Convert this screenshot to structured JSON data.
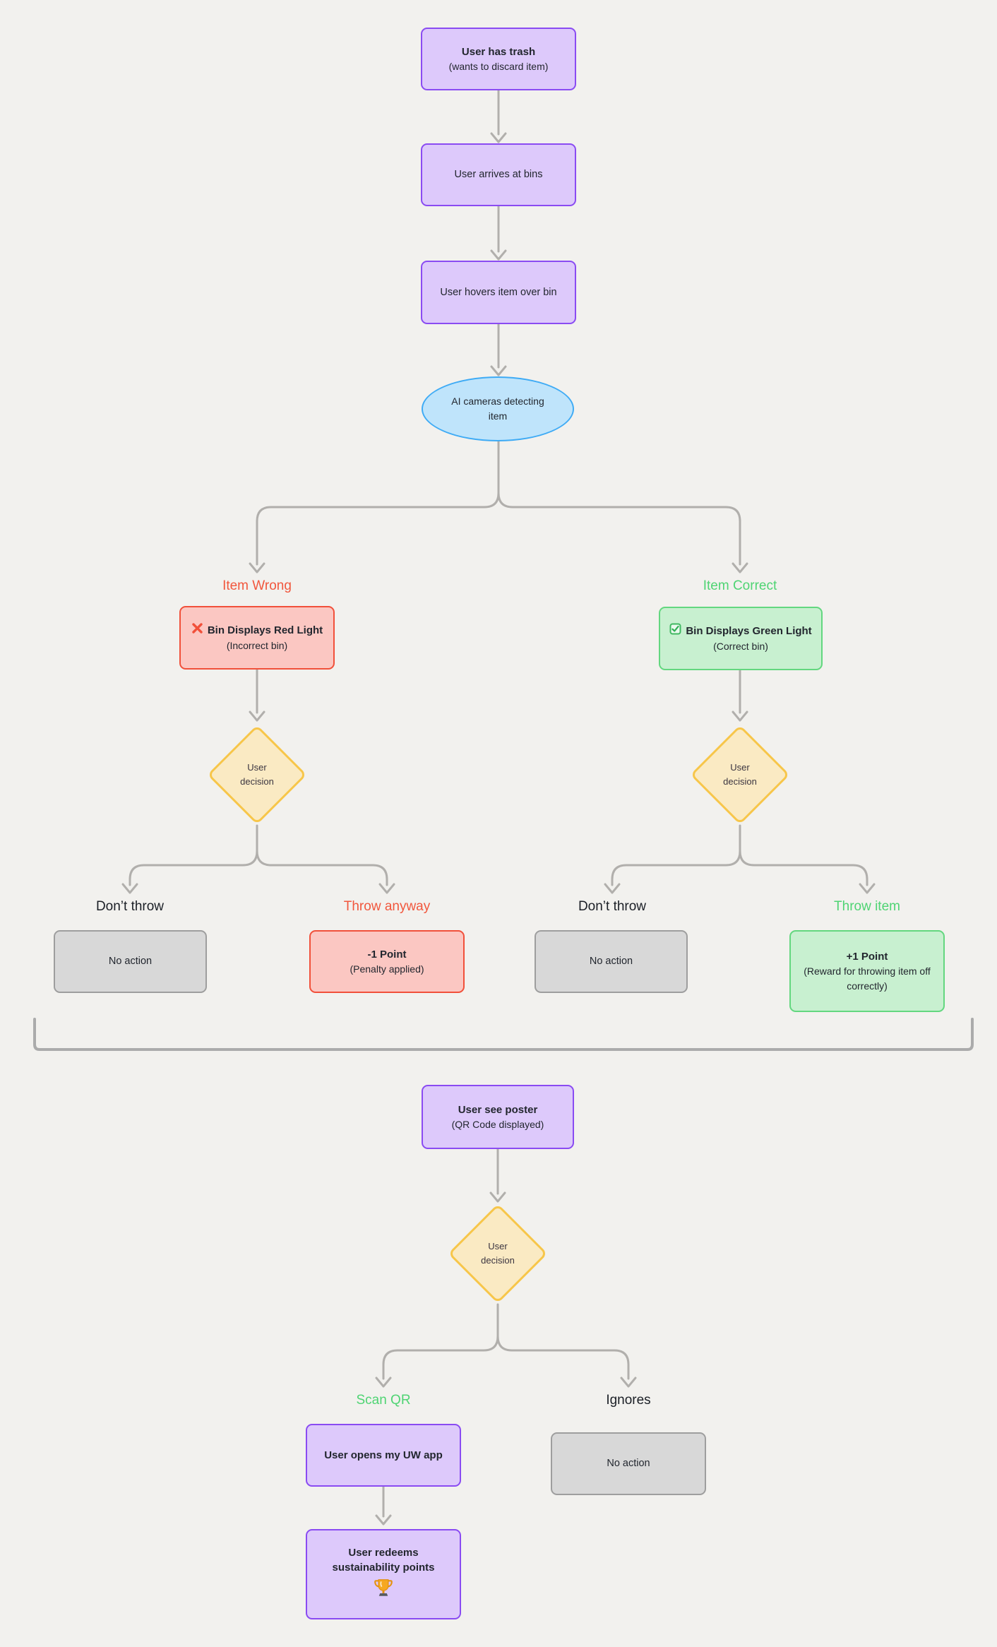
{
  "diagram": {
    "start": {
      "title": "User has trash",
      "subtitle": "(wants to discard item)"
    },
    "arrive": {
      "label": "User arrives at bins"
    },
    "hover": {
      "label": "User hovers item over bin"
    },
    "detect": {
      "label": "AI cameras detecting item"
    },
    "decision_label": "User decision",
    "branch_wrong": {
      "label": "Item Wrong",
      "bin": {
        "icon": "x-icon",
        "title": "Bin Displays Red Light",
        "subtitle": "(Incorrect bin)"
      },
      "dont_throw": {
        "label": "Don’t throw",
        "result": "No action"
      },
      "throw_anyway": {
        "label": "Throw anyway",
        "result_title": "-1 Point",
        "result_subtitle": "(Penalty applied)"
      }
    },
    "branch_correct": {
      "label": "Item Correct",
      "bin": {
        "icon": "checkbox-icon",
        "title": "Bin Displays Green Light",
        "subtitle": "(Correct bin)"
      },
      "dont_throw": {
        "label": "Don’t throw",
        "result": "No action"
      },
      "throw_item": {
        "label": "Throw item",
        "result_title": "+1 Point",
        "result_subtitle": "(Reward for throwing item off correctly)"
      }
    },
    "poster": {
      "title": "User see poster",
      "subtitle": "(QR Code displayed)"
    },
    "scan_qr": {
      "label": "Scan QR",
      "open_app": "User opens my UW app",
      "redeem": "User redeems sustainability points",
      "redeem_icon": "trophy-icon"
    },
    "ignores": {
      "label": "Ignores",
      "result": "No action"
    }
  },
  "colors": {
    "background": "#f2f1ee",
    "purple_fill": "#ddc9fb",
    "purple_border": "#8a4bf2",
    "blue_fill": "#bfe4fb",
    "blue_border": "#3fabf5",
    "red_fill": "#fbc7c2",
    "red_border": "#f1503a",
    "green_fill": "#c8f0d0",
    "green_border": "#63d77f",
    "yellow_fill": "#faeac3",
    "yellow_border": "#f7c64a",
    "gray_fill": "#d8d8d8",
    "gray_border": "#9e9e9e",
    "connector": "#b1afac",
    "label_red": "#f1573d",
    "label_green": "#4fd473",
    "text": "#22262e"
  }
}
